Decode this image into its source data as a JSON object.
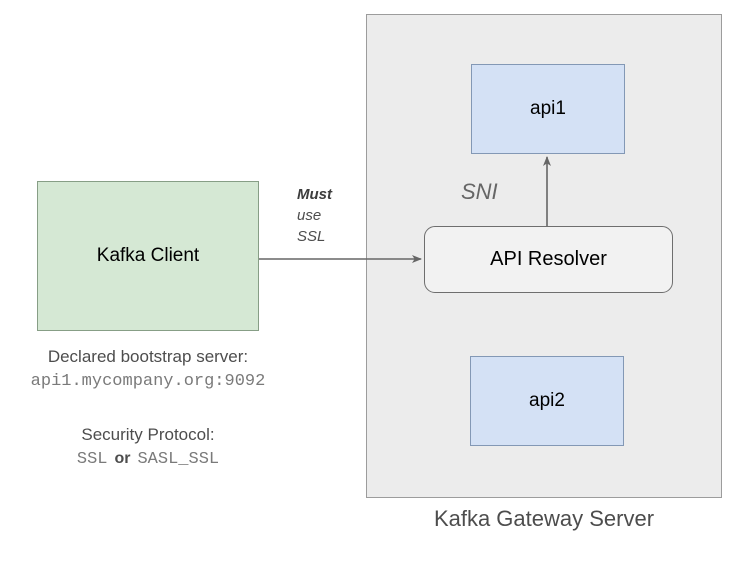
{
  "diagram": {
    "title_caption": "Kafka Gateway Server",
    "client": {
      "label": "Kafka Client",
      "fill": "#d5e8d4",
      "stroke": "#879e86"
    },
    "gateway": {
      "fill": "#ececec",
      "stroke": "#9c9c9c",
      "resolver": {
        "label": "API Resolver",
        "fill": "#f2f2f2",
        "stroke": "#6e6e6e"
      },
      "backends": [
        {
          "label": "api1",
          "fill": "#d4e1f5",
          "stroke": "#8398b5"
        },
        {
          "label": "api2",
          "fill": "#d4e1f5",
          "stroke": "#8398b5"
        }
      ]
    },
    "edges": {
      "client_to_resolver_label": {
        "line1": "Must",
        "line2": "use",
        "line3": "SSL"
      },
      "resolver_to_api1_label": "SNI"
    },
    "annotations": {
      "bootstrap": {
        "title": "Declared bootstrap server:",
        "value": "api1.mycompany.org:9092"
      },
      "security": {
        "title": "Security Protocol:",
        "value_primary": "SSL",
        "conjunction": "or",
        "value_secondary": "SASL_SSL"
      }
    },
    "colors": {
      "arrow_stroke": "#666666",
      "text_gray": "#4d4d4d",
      "text_muted": "#7a7a7a",
      "background": "#ffffff"
    }
  }
}
